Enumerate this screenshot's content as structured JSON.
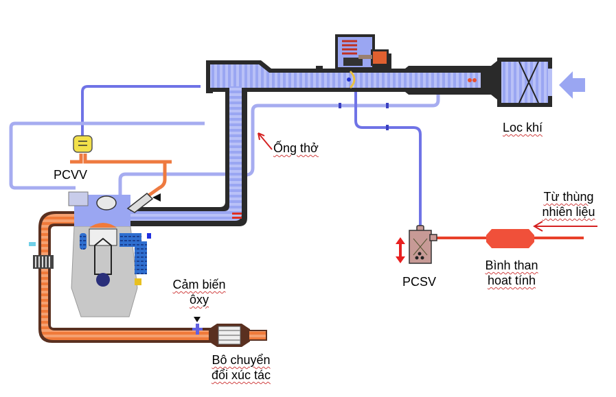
{
  "title": "Hệ thống kiểm soát khí thải",
  "labels": {
    "air_filter": "Loc khí",
    "breather_pipe": "Ống thở",
    "pcvv": "PCVV",
    "fuel_tank_line1": "Từ thùng",
    "fuel_tank_line2": "nhiên liệu",
    "pcsv": "PCSV",
    "canister_line1": "Bình than",
    "canister_line2": "hoat tính",
    "o2_sensor_line1": "Cảm biến",
    "o2_sensor_line2": "ôxy",
    "catalyst_line1": "Bô chuyển",
    "catalyst_line2": "đổi xúc tác"
  },
  "colors": {
    "intake_air": "#9aa6f2",
    "intake_stripe": "#b9c1f7",
    "pipe_wall": "#2a2a2a",
    "vacuum_line": "#6f73e6",
    "breather_line": "#a6acf0",
    "exhaust": "#f07a3a",
    "exhaust_stripe": "#f5a070",
    "evap_line": "#e8402a",
    "canister": "#f0503a",
    "engine_block": "#c8c8c8",
    "coolant": "#2f6fd0",
    "pcv_valve": "#f2e04a",
    "pcsv_body": "#c79a96",
    "arrow_red": "#d42020"
  }
}
